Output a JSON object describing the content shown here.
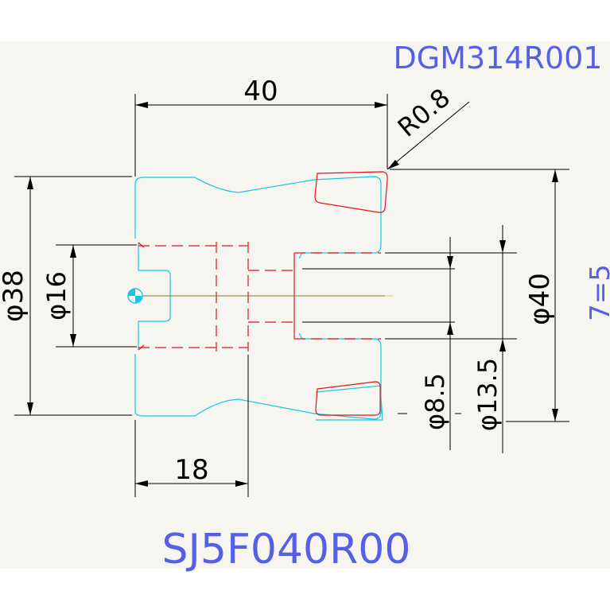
{
  "drawing": {
    "drawing_number": "DGM314R001",
    "part_number": "SJ5F040R00",
    "side_note": "7=5",
    "dimensions": {
      "length": "40",
      "radius": "R0.8",
      "dia_38": "φ38",
      "dia_16": "φ16",
      "dia_40": "φ40",
      "dia_8_5": "φ8.5",
      "dia_13_5": "φ13.5",
      "depth": "18"
    }
  },
  "colors": {
    "background": "#f6f5ef",
    "text_blue": "#5560e6",
    "dimension": "#000000",
    "outline": "#17c7e4",
    "hidden": "#e0161e",
    "centerline": "#7c7a2a"
  }
}
